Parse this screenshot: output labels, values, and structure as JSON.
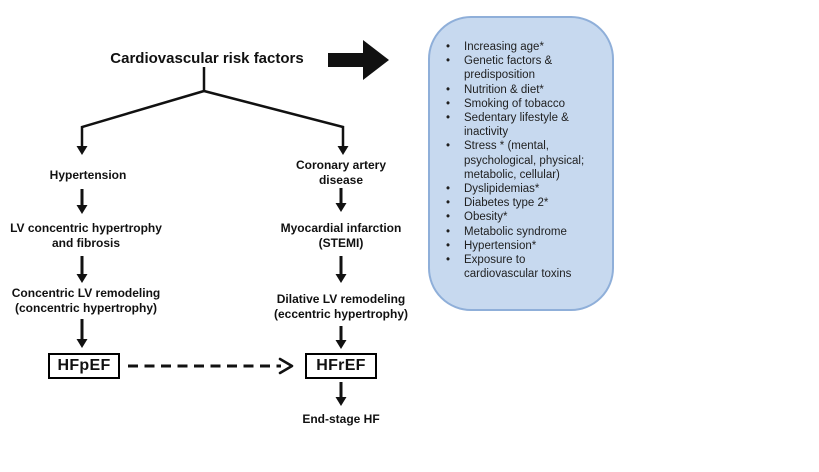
{
  "title": "Cardiovascular risk factors",
  "risk_box": {
    "bullet": "•",
    "items": [
      "Increasing age*",
      "Genetic factors &\npredisposition",
      "Nutrition & diet*",
      "Smoking of tobacco",
      "Sedentary lifestyle &\ninactivity",
      "Stress * (mental,\npsychological, physical;\nmetabolic, cellular)",
      "Dyslipidemias*",
      "Diabetes type 2*",
      "Obesity*",
      "Metabolic syndrome",
      "Hypertension*",
      "Exposure to\ncardiovascular toxins"
    ]
  },
  "flow": {
    "left": {
      "node1": "Hypertension",
      "node2": "LV concentric hypertrophy\nand fibrosis",
      "node3": "Concentric LV remodeling\n(concentric hypertrophy)",
      "node4": "HFpEF"
    },
    "right": {
      "node1": "Coronary artery\ndisease",
      "node2": "Myocardial infarction\n(STEMI)",
      "node3": "Dilative LV remodeling\n(eccentric hypertrophy)",
      "node4": "HFrEF",
      "node5": "End-stage HF"
    }
  },
  "colors": {
    "arrow": "#111111",
    "node_box_border": "#000000",
    "risk_box_fill": "#c7d9ef",
    "risk_box_border": "#8fafd9",
    "text": "#1a1a1a"
  }
}
